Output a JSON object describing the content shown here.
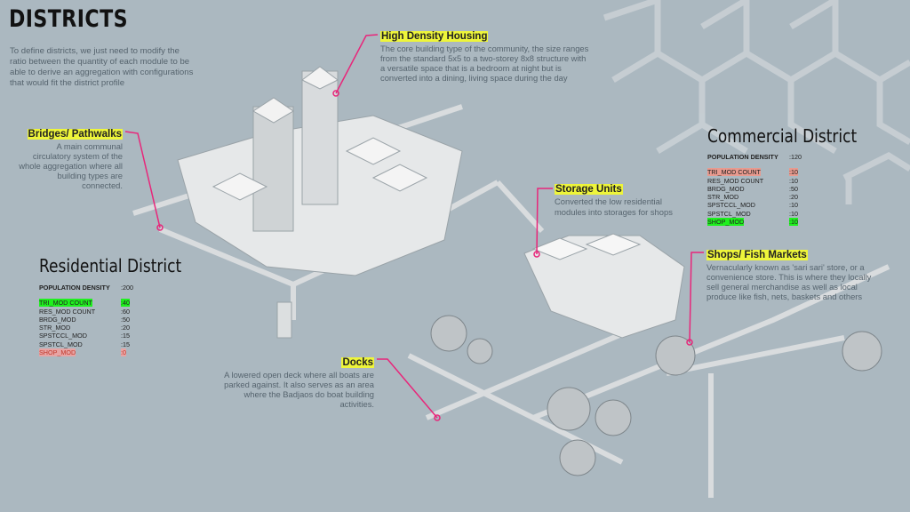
{
  "title": "DISTRICTS",
  "intro": "To define districts, we just need to modify the ratio between the quantity of each module to be able to derive an aggregation with configurations that would fit the district profile",
  "callouts": {
    "high_density": {
      "title": "High Density Housing",
      "text": "The core building type of the community, the size ranges from the standard 5x5 to a two-storey 8x8 structure with a versatile space that is a bedroom at night but is converted into a dining, living space during the day"
    },
    "bridges": {
      "title": "Bridges/ Pathwalks",
      "text": "A main communal circulatory system of the whole aggregation where all building types are connected."
    },
    "storage": {
      "title": "Storage Units",
      "text": "Converted the low residential modules into storages for shops"
    },
    "shops": {
      "title": "Shops/ Fish Markets",
      "text": "Vernacularly known as 'sari sari' store, or a convenience store.  This is where they locally sell general merchandise as well as local produce like fish, nets, baskets and others"
    },
    "docks": {
      "title": "Docks",
      "text": "A lowered open deck where all boats are parked against.  It also serves as an area where the Badjaos do boat building activities."
    }
  },
  "residential": {
    "title": "Residential District",
    "population_label": "POPULATION DENSITY",
    "population_value": ":200",
    "rows": [
      {
        "k": "TRI_MOD COUNT",
        "v": ":40"
      },
      {
        "k": "RES_MOD COUNT",
        "v": ":60"
      },
      {
        "k": "BRDG_MOD",
        "v": ":50"
      },
      {
        "k": "STR_MOD",
        "v": ":20"
      },
      {
        "k": "SPSTCCL_MOD",
        "v": ":15"
      },
      {
        "k": "SPSTCL_MOD",
        "v": ":15"
      },
      {
        "k": "SHOP_MOD",
        "v": ":0"
      }
    ]
  },
  "commercial": {
    "title": "Commercial District",
    "population_label": "POPULATION DENSITY",
    "population_value": ":120",
    "rows": [
      {
        "k": "TRI_MOD COUNT",
        "v": ":10"
      },
      {
        "k": "RES_MOD COUNT",
        "v": ":10"
      },
      {
        "k": "BRDG_MOD",
        "v": ":50"
      },
      {
        "k": "STR_MOD",
        "v": ":20"
      },
      {
        "k": "SPSTCCL_MOD",
        "v": ":10"
      },
      {
        "k": "SPSTCL_MOD",
        "v": ":10"
      },
      {
        "k": "SHOP_MOD",
        "v": ":10"
      }
    ]
  },
  "colors": {
    "accent": "#e8267a",
    "highlight": "#eef53a",
    "increase": "#1ef01e",
    "decrease": "#e89a8f",
    "background": "#abb8c0"
  }
}
